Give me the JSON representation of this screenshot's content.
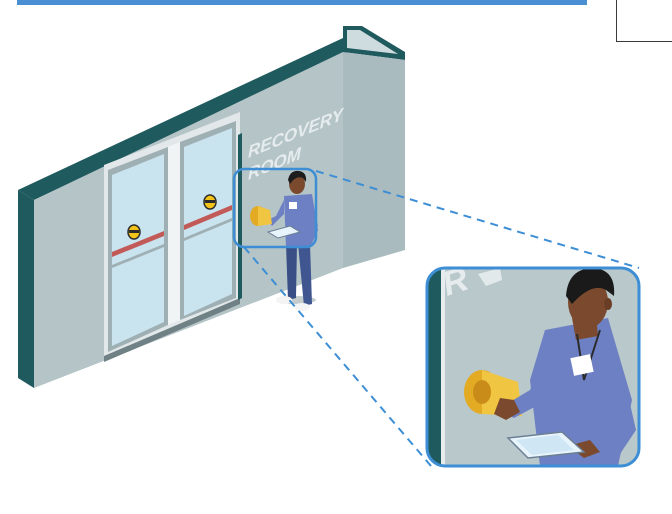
{
  "sign": {
    "line1": "RECOVERY",
    "line2": "ROOM",
    "inset_fragment": "R"
  },
  "colors": {
    "wall_face": "#b4c4c7",
    "wall_edge": "#1f5a5e",
    "glass": "#c9e3ef",
    "header_bar": "#4a8fd1",
    "callout_border": "#3d8ed4"
  },
  "icons": {
    "door_badge": "door-sensor-badge-icon",
    "hand_sensor": "hand-sanitizer-sensor-icon",
    "tablet": "tablet-icon"
  }
}
